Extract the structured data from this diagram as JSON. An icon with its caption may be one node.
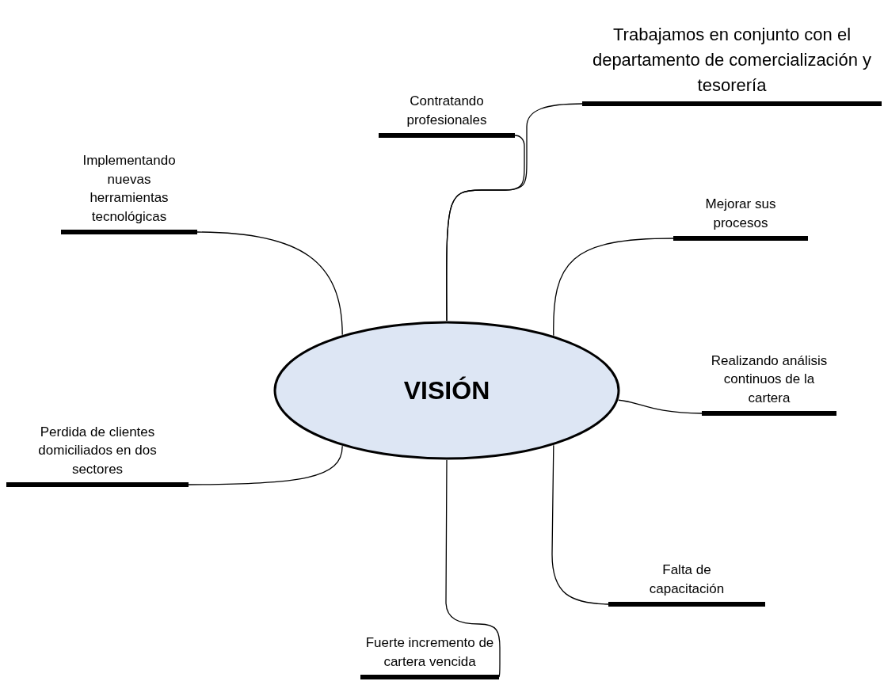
{
  "diagram": {
    "nodes": [
      {
        "text": [
          "VISIÓN"
        ]
      },
      {
        "text": [
          "Trabajamos en conjunto con el departamento de comercialización y tesorería"
        ]
      },
      {
        "text": [
          "Contratando profesionales"
        ]
      },
      {
        "text": [
          "Implementando nuevas herramientas tecnológicas"
        ]
      },
      {
        "text": [
          "Mejorar sus procesos"
        ]
      },
      {
        "text": [
          "Realizando análisis continuos de la cartera"
        ]
      },
      {
        "text": [
          "Perdida de clientes domiciliados en dos sectores"
        ]
      },
      {
        "text": [
          "Falta de capacitación"
        ]
      },
      {
        "text": [
          "Fuerte incremento de cartera vencida"
        ]
      }
    ],
    "edges": [
      {
        "from": 0,
        "to": 1,
        "arrow": "none"
      },
      {
        "from": 0,
        "to": 2,
        "arrow": "none"
      },
      {
        "from": 0,
        "to": 3,
        "arrow": "none"
      },
      {
        "from": 0,
        "to": 4,
        "arrow": "none"
      },
      {
        "from": 0,
        "to": 5,
        "arrow": "none"
      },
      {
        "from": 0,
        "to": 6,
        "arrow": "none"
      },
      {
        "from": 0,
        "to": 7,
        "arrow": "none"
      },
      {
        "from": 0,
        "to": 8,
        "arrow": "none"
      }
    ]
  }
}
